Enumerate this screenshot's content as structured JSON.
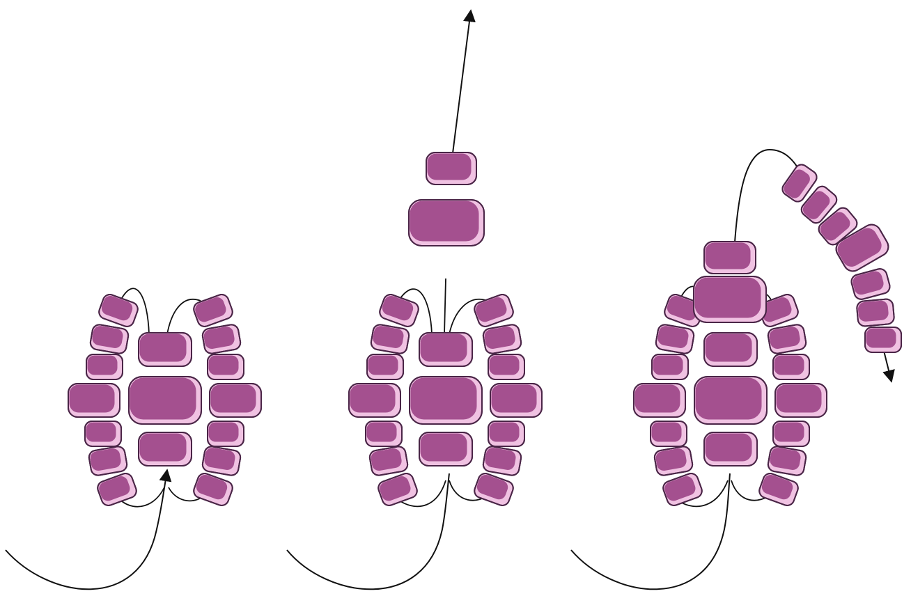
{
  "diagram": {
    "kind": "beading-steps",
    "step_count": 3,
    "colors": {
      "bead_fill": "#a4508f",
      "bead_stroke": "#4a2547",
      "bead_highlight": "#f0c2e2",
      "thread": "#111111",
      "background": "#ffffff"
    },
    "steps": [
      {
        "id": "step-1",
        "added_beads": 0,
        "thread_direction": "up-into-center"
      },
      {
        "id": "step-2",
        "added_beads": 2,
        "thread_direction": "up"
      },
      {
        "id": "step-3",
        "added_beads": 7,
        "thread_direction": "down-right"
      }
    ]
  }
}
